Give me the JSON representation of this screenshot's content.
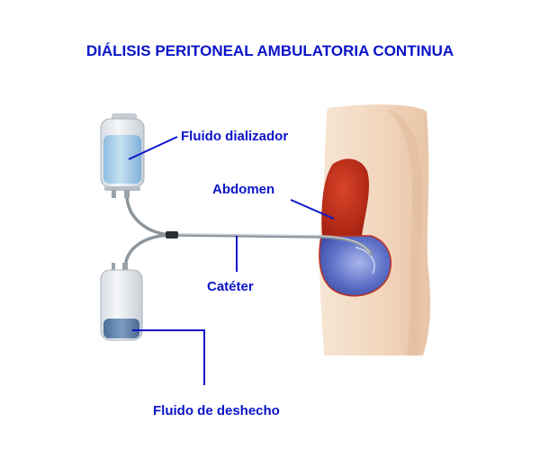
{
  "title": "DIÁLISIS PERITONEAL AMBULATORIA CONTINUA",
  "labels": {
    "dialysate": "Fluido dializador",
    "abdomen": "Abdomen",
    "catheter": "Catéter",
    "waste": "Fluido de deshecho"
  },
  "colors": {
    "label_text": "#0a14c8",
    "leader_line": "#0a14c8",
    "dialysate_fluid": "#9cc7e6",
    "waste_fluid": "#5d7fa8",
    "peritoneum": "#c0301c",
    "cavity_fluid": "#5a6fc4",
    "skin": "#f3dcc4"
  }
}
